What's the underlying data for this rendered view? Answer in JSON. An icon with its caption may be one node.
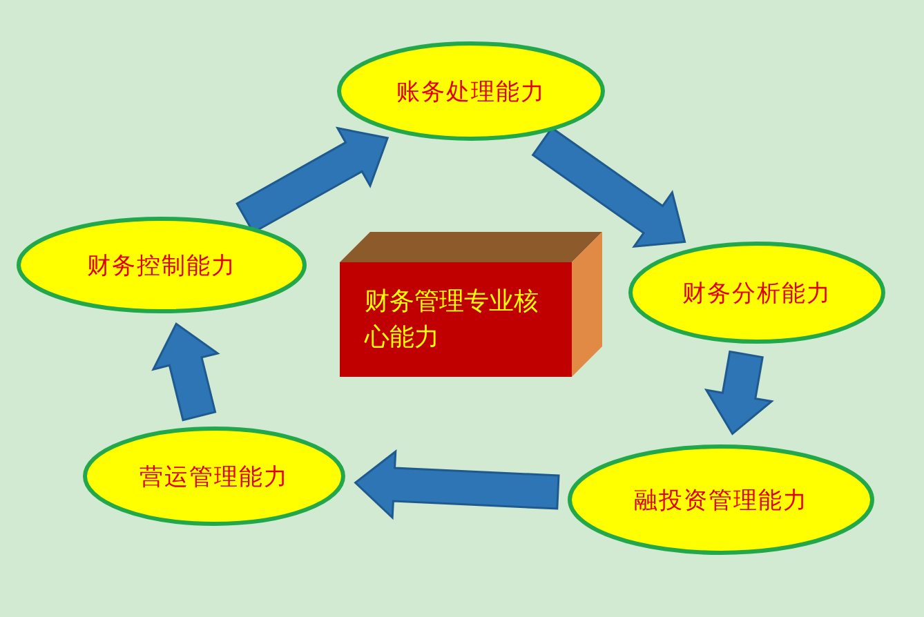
{
  "diagram": {
    "nodes": [
      {
        "text": [
          "财务管理专业核心能力"
        ]
      },
      {
        "text": [
          "账务处理能力"
        ]
      },
      {
        "text": [
          "财务分析能力"
        ]
      },
      {
        "text": [
          "融投资管理能力"
        ]
      },
      {
        "text": [
          "营运管理能力"
        ]
      },
      {
        "text": [
          "财务控制能力"
        ]
      }
    ],
    "edges": [
      {
        "from": 5,
        "to": 1,
        "arrow": "to",
        "style": "thick"
      },
      {
        "from": 1,
        "to": 2,
        "arrow": "to",
        "style": "thick"
      },
      {
        "from": 2,
        "to": 3,
        "arrow": "to",
        "style": "thick"
      },
      {
        "from": 3,
        "to": 4,
        "arrow": "to",
        "style": "thick"
      },
      {
        "from": 4,
        "to": 5,
        "arrow": "to",
        "style": "thick"
      }
    ]
  }
}
